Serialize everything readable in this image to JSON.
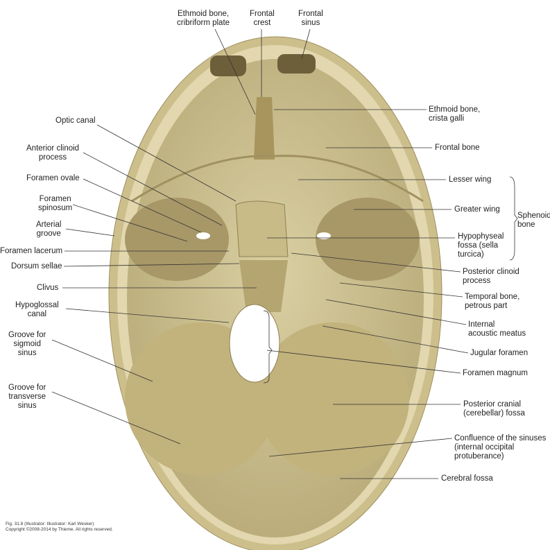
{
  "labels": {
    "ethmoid_cribriform": "Ethmoid bone,\ncribriform plate",
    "frontal_crest": "Frontal\ncrest",
    "frontal_sinus": "Frontal\nsinus",
    "ethmoid_crista": "Ethmoid bone,\ncrista galli",
    "frontal_bone": "Frontal bone",
    "lesser_wing": "Lesser wing",
    "greater_wing": "Greater wing",
    "sphenoid_bone": "Sphenoid\nbone",
    "hypophyseal_fossa": "Hypophyseal\nfossa (sella\nturcica)",
    "posterior_clinoid": "Posterior clinoid\nprocess",
    "temporal_petrous": "Temporal bone,\npetrous part",
    "internal_acoustic": "Internal\nacoustic meatus",
    "jugular_foramen": "Jugular foramen",
    "foramen_magnum": "Foramen magnum",
    "posterior_fossa": "Posterior cranial\n(cerebellar) fossa",
    "confluence": "Confluence of the sinuses\n(internal occipital\nprotuberance)",
    "cerebral_fossa": "Cerebral fossa",
    "optic_canal": "Optic canal",
    "anterior_clinoid": "Anterior clinoid\nprocess",
    "foramen_ovale": "Foramen ovale",
    "foramen_spinosum": "Foramen\nspinosum",
    "arterial_groove": "Arterial\ngroove",
    "foramen_lacerum": "Foramen lacerum",
    "dorsum_sellae": "Dorsum sellae",
    "clivus": "Clivus",
    "hypoglossal_canal": "Hypoglossal\ncanal",
    "groove_sigmoid": "Groove for\nsigmoid\nsinus",
    "groove_transverse": "Groove for\ntransverse\nsinus"
  },
  "caption": {
    "line1": "Fig. 31.8   (Illustrator: Illustrator: Karl Wesker)",
    "line2": "Copyright ©2008-2014 by Thieme. All rights reserved."
  }
}
